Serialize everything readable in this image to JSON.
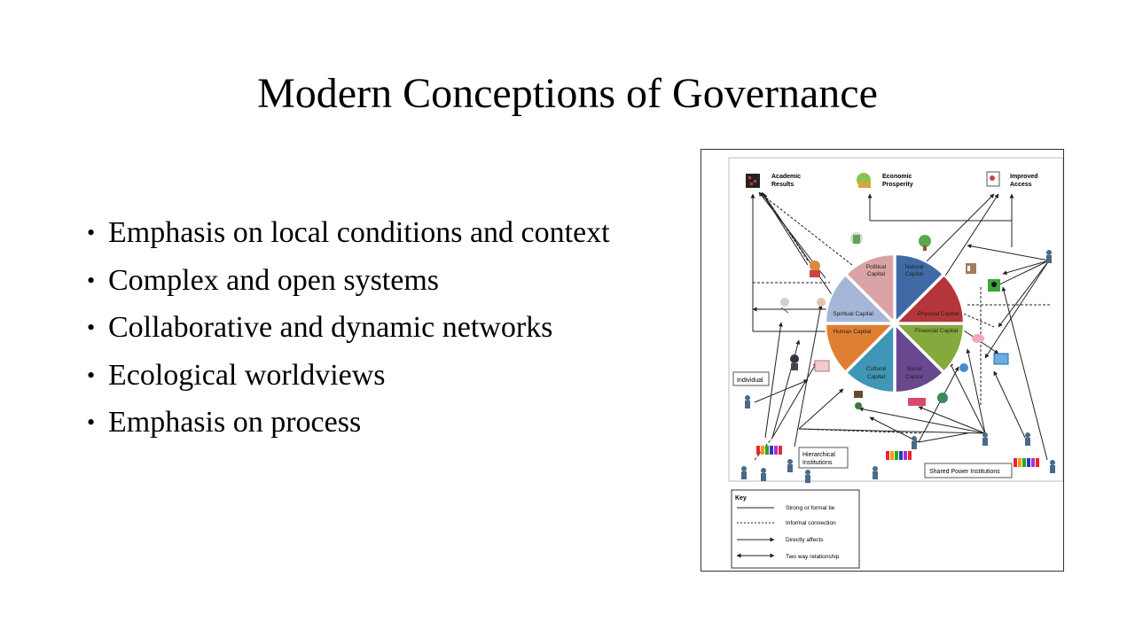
{
  "slide": {
    "title": "Modern Conceptions of Governance",
    "bullets": [
      "Emphasis on local conditions and context",
      "Complex and open systems",
      "Collaborative and dynamic networks",
      "Ecological worldviews",
      "Emphasis on process"
    ]
  },
  "diagram": {
    "outcomes": {
      "academic": [
        "Academic",
        "Results"
      ],
      "economic": [
        "Economic",
        "Prosperity"
      ],
      "access": [
        "Improved",
        "Access"
      ]
    },
    "capitals": {
      "political": [
        "Political",
        "Capital"
      ],
      "natural": [
        "Natural",
        "Capital"
      ],
      "physical": [
        "Physical Capital"
      ],
      "financial": [
        "Financial Capital"
      ],
      "social": [
        "Social",
        "Capital"
      ],
      "cultural": [
        "Cultural",
        "Capital"
      ],
      "human": [
        "Human Capital"
      ],
      "spiritual": [
        "Spiritual Capital"
      ]
    },
    "capital_colors": {
      "political": "#d9a3a5",
      "natural": "#3f6aa6",
      "physical": "#b4363a",
      "financial": "#84a93c",
      "social": "#69488f",
      "cultural": "#3f97b5",
      "human": "#e07f32",
      "spiritual": "#a6b6d8"
    },
    "labels": {
      "individual": "Individual",
      "hierarchical": [
        "Hierarchical",
        "Institutions"
      ],
      "shared_power": "Shared Power Institutions"
    },
    "key": {
      "heading": "Key",
      "items": [
        "Strong or formal tie",
        "Informal connection",
        "Directly affects",
        "Two way relationship"
      ]
    }
  }
}
